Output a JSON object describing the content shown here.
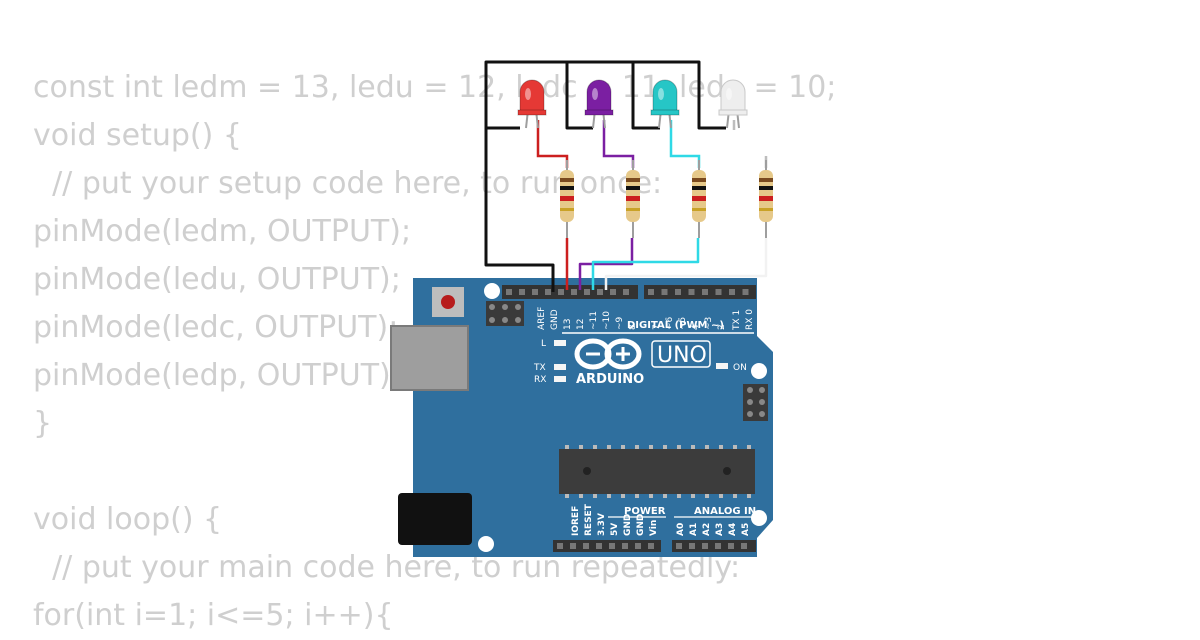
{
  "code": {
    "lines": [
      "const int ledm = 13, ledu = 12, ledc = 11, ledp = 10;",
      "void setup() {",
      "  // put your setup code here, to run once:",
      "pinMode(ledm, OUTPUT);",
      "pinMode(ledu, OUTPUT);",
      "pinMode(ledc, OUTPUT);",
      "pinMode(ledp, OUTPUT);",
      "}",
      "",
      "void loop() {",
      "  // put your main code here, to run repeatedly:",
      "for(int i=1; i<=5; i++){"
    ]
  },
  "board": {
    "name": "UNO",
    "brand": "ARDUINO",
    "digital_label": "DIGITAL (PWM ~)",
    "power_label": "POWER",
    "analog_label": "ANALOG IN",
    "on_label": "ON",
    "l_label": "L",
    "tx_label": "TX",
    "rx_label": "RX",
    "digital_pins": [
      "AREF",
      "GND",
      "13",
      "12",
      "~11",
      "~10",
      "~9",
      "8",
      "7",
      "~6",
      "~5",
      "4",
      "~3",
      "2",
      "TX 1",
      "RX 0"
    ],
    "power_pins": [
      "IOREF",
      "RESET",
      "3.3V",
      "5V",
      "GND",
      "GND",
      "Vin"
    ],
    "analog_pins": [
      "A0",
      "A1",
      "A2",
      "A3",
      "A4",
      "A5"
    ]
  },
  "leds": [
    {
      "color": "red",
      "fill": "#e53935"
    },
    {
      "color": "purple",
      "fill": "#7b1fa2"
    },
    {
      "color": "cyan",
      "fill": "#26c6c6"
    },
    {
      "color": "white",
      "fill": "#eeeeee"
    }
  ],
  "colors": {
    "board_blue": "#2f6f9e",
    "code_text": "#cfcfcf",
    "wire_gnd": "#111111",
    "wire_red": "#cc1f1f",
    "wire_purple": "#7b1fa2",
    "wire_cyan": "#2fd9e6"
  }
}
